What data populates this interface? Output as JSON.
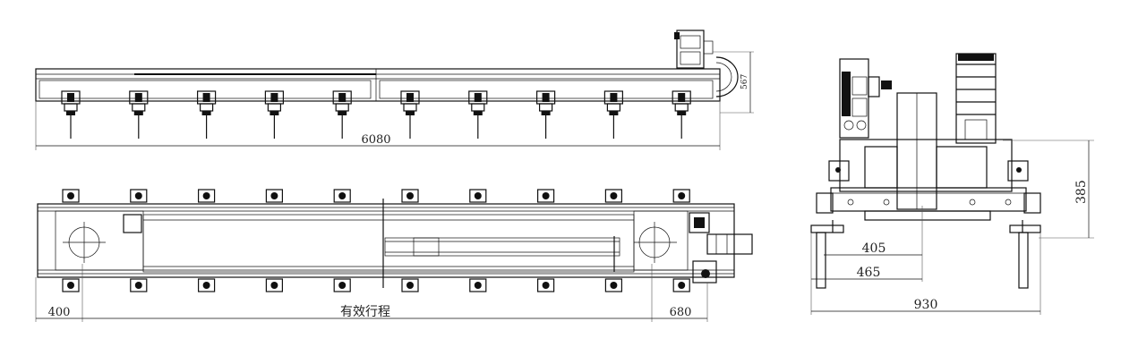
{
  "colors": {
    "line": "#111111",
    "background": "#ffffff"
  },
  "top_view": {
    "length_dim": "6080",
    "height_dim": "567"
  },
  "plan_view": {
    "left_dim": "400",
    "stroke_label": "有效行程",
    "right_dim": "680"
  },
  "side_view": {
    "height_dim": "385",
    "dim_a": "405",
    "dim_b": "465",
    "width_dim": "930"
  }
}
